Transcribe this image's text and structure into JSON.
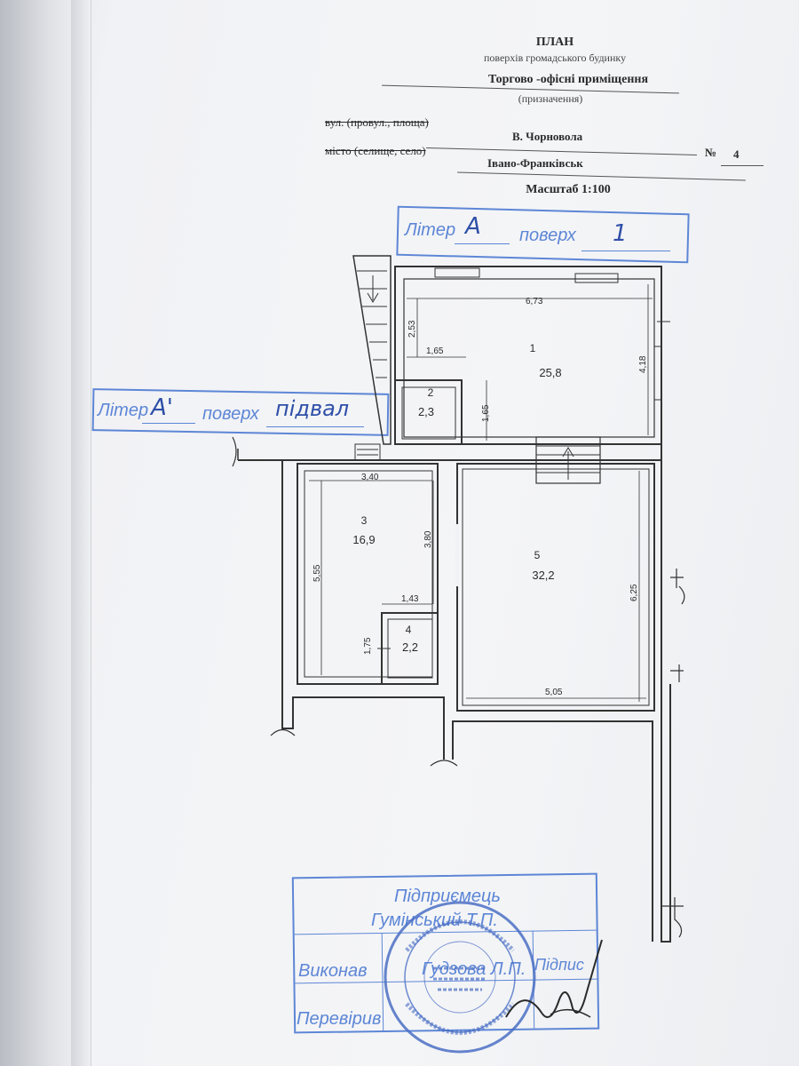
{
  "header": {
    "title": "ПЛАН",
    "subtitle": "поверхів громадського будинку",
    "purpose": "Торгово -офісні приміщення",
    "purpose_caption": "(призначення)",
    "street_label": "вул. (провул., площа)",
    "street_value": "В. Чорновола",
    "number_label": "№",
    "number_value": "4",
    "city_label": "місто (селище, село)",
    "city_value": "Івано-Франківськ",
    "scale": "Масштаб 1:100"
  },
  "stamp_top": {
    "liter_label": "Літер",
    "liter_value": "А",
    "floor_label": "поверх",
    "floor_value": "1"
  },
  "stamp_left": {
    "liter_label": "Літер",
    "liter_value": "А'",
    "floor_label": "поверх",
    "floor_value": "підвал"
  },
  "rooms": [
    {
      "num": "1",
      "area": "25,8"
    },
    {
      "num": "2",
      "area": "2,3"
    },
    {
      "num": "3",
      "area": "16,9"
    },
    {
      "num": "4",
      "area": "2,2"
    },
    {
      "num": "5",
      "area": "32,2"
    }
  ],
  "dimensions": {
    "r1_width": "6,73",
    "r1_height": "4,18",
    "r1_left_h": "2,53",
    "r1_step_w": "1,65",
    "r1_step_h": "1,65",
    "r3_width": "3,40",
    "r3_height": "5,55",
    "r3_right_h": "3,80",
    "r4_w": "1,43",
    "r4_h": "1,75",
    "r5_height": "6,25",
    "r5_width": "5,05"
  },
  "bottom_stamp": {
    "row1": "Підприємець",
    "row2": "Гумінський Т.П.",
    "executed_label": "Виконав",
    "executed_value": "Гудзова Л.П.",
    "signature_label": "Підпис",
    "checked_label": "Перевірив"
  },
  "colors": {
    "stamp_blue": "#5d86d6",
    "ink": "#2b2b2b"
  }
}
